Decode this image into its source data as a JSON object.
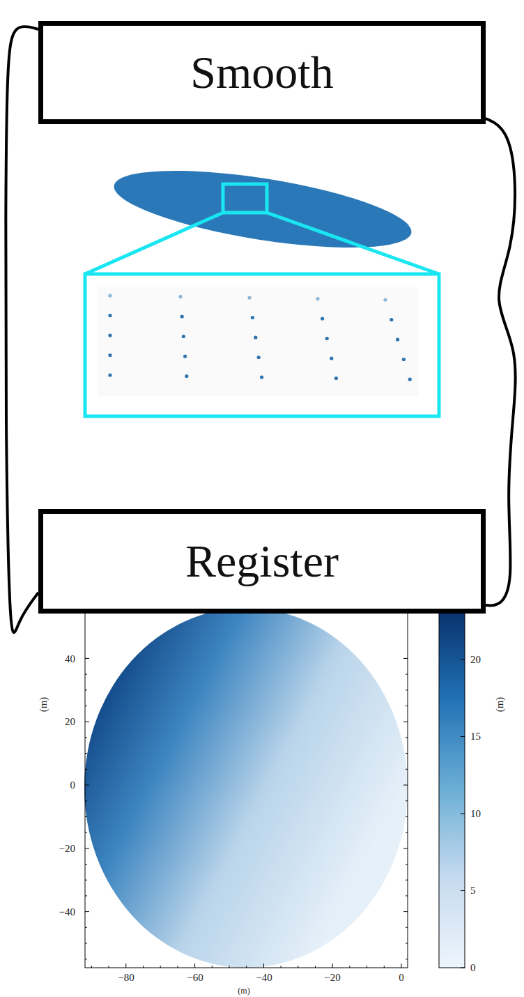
{
  "diagram": {
    "nodes": [
      {
        "text": [
          "Smooth"
        ]
      },
      {
        "text": [
          "Register"
        ]
      }
    ],
    "edges": [
      {
        "from": 0,
        "to": 1,
        "arrow": "none"
      },
      {
        "from": 1,
        "to": 0,
        "arrow": "none"
      }
    ],
    "labels": [
      "40",
      "20",
      "0",
      "−20",
      "−40",
      "−80",
      "−60",
      "−40",
      "−20",
      "0",
      "(m)",
      "(m)",
      "20",
      "15",
      "10",
      "5",
      "0",
      "(m)"
    ]
  }
}
